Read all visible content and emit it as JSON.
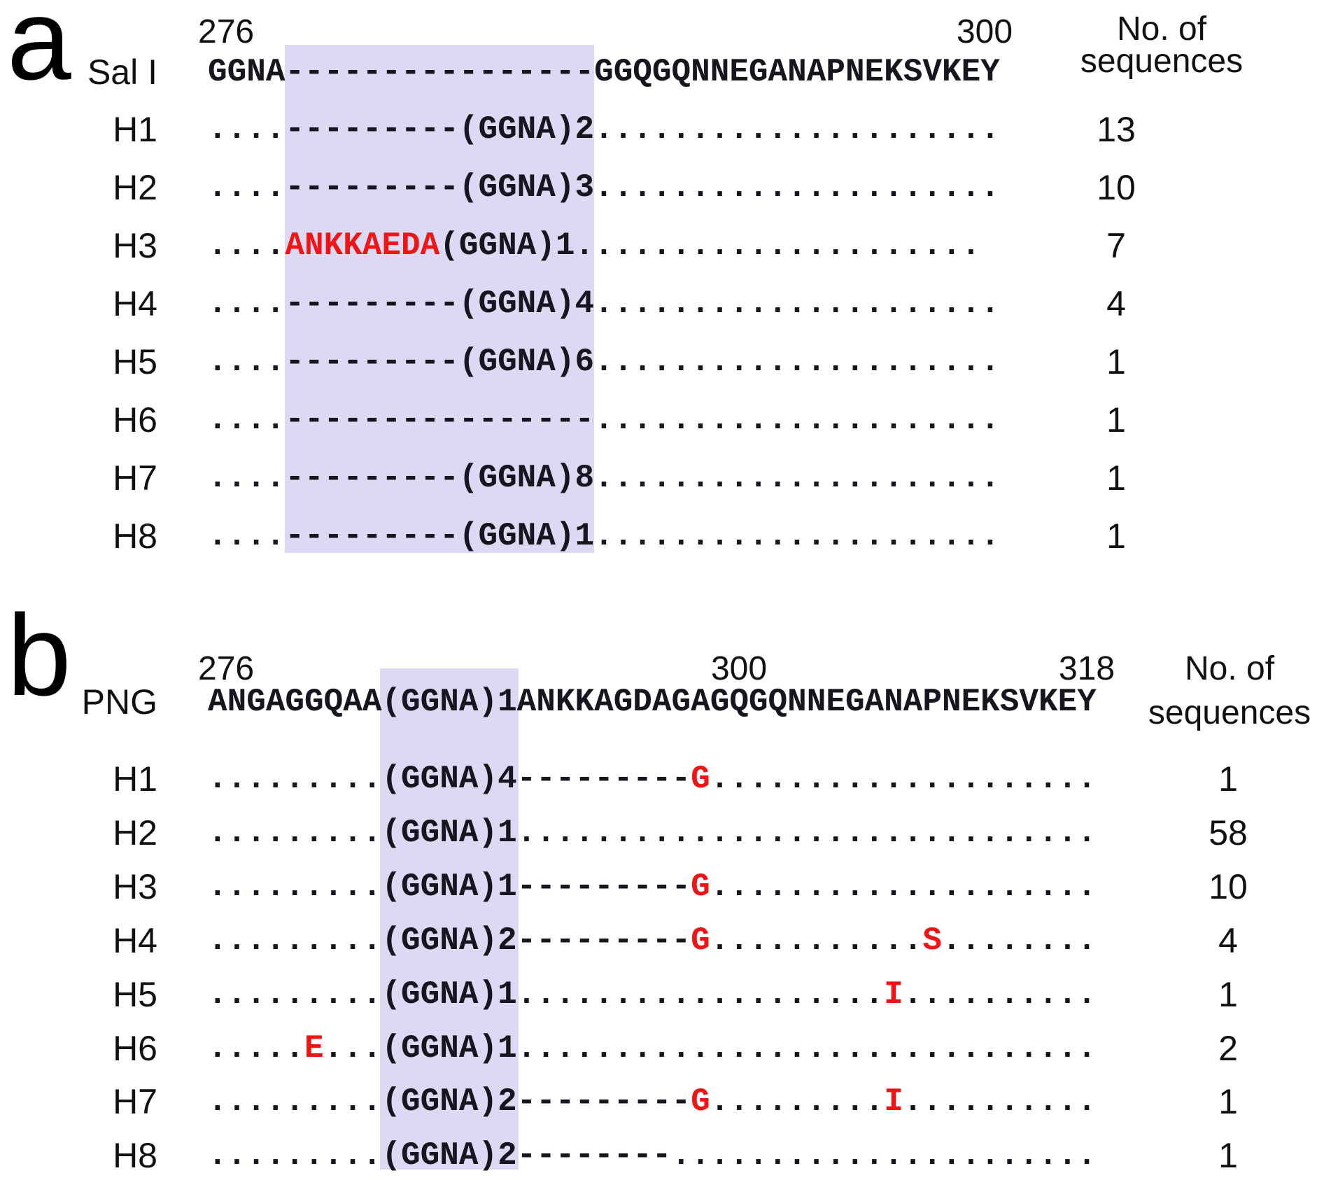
{
  "colors": {
    "highlight": "#dbd9f4",
    "mutation_red": "#f01414",
    "sequence_ink": "#16161f"
  },
  "panel_a": {
    "letter": "a",
    "pos_left": "276",
    "pos_right": "300",
    "header_line1": "No. of",
    "header_line2": "sequences",
    "reference": {
      "name": "Sal I",
      "segments": [
        {
          "t": "GGNA----------------GGQGQNNEGANAPNEKSVKEY",
          "red": false
        }
      ]
    },
    "rows": [
      {
        "name": "H1",
        "count": "13",
        "segments": [
          {
            "t": "....---------(GGNA)2.....................",
            "red": false
          }
        ]
      },
      {
        "name": "H2",
        "count": "10",
        "segments": [
          {
            "t": "....---------(GGNA)3.....................",
            "red": false
          }
        ]
      },
      {
        "name": "H3",
        "count": "7",
        "segments": [
          {
            "t": "....",
            "red": false
          },
          {
            "t": "ANKKAEDA",
            "red": true
          },
          {
            "t": "(GGNA)1.....................",
            "red": false
          }
        ]
      },
      {
        "name": "H4",
        "count": "4",
        "segments": [
          {
            "t": "....---------(GGNA)4.....................",
            "red": false
          }
        ]
      },
      {
        "name": "H5",
        "count": "1",
        "segments": [
          {
            "t": "....---------(GGNA)6.....................",
            "red": false
          }
        ]
      },
      {
        "name": "H6",
        "count": "1",
        "segments": [
          {
            "t": "....----------------.....................",
            "red": false
          }
        ]
      },
      {
        "name": "H7",
        "count": "1",
        "segments": [
          {
            "t": "....---------(GGNA)8.....................",
            "red": false
          }
        ]
      },
      {
        "name": "H8",
        "count": "1",
        "segments": [
          {
            "t": "....---------(GGNA)1.....................",
            "red": false
          }
        ]
      }
    ]
  },
  "panel_b": {
    "letter": "b",
    "pos_left": "276",
    "pos_mid": "300",
    "pos_right": "318",
    "header_line1": "No. of",
    "header_line2": "sequences",
    "reference": {
      "name": "PNG",
      "segments": [
        {
          "t": "ANGAGGQAA(GGNA)1ANKKAGDAGAGQGQNNEGANAPNEKSVKEY",
          "red": false
        }
      ]
    },
    "rows": [
      {
        "name": "H1",
        "count": "1",
        "segments": [
          {
            "t": ".........(GGNA)4---------",
            "red": false
          },
          {
            "t": "G",
            "red": true
          },
          {
            "t": "....................",
            "red": false
          }
        ]
      },
      {
        "name": "H2",
        "count": "58",
        "segments": [
          {
            "t": ".........(GGNA)1..............................",
            "red": false
          }
        ]
      },
      {
        "name": "H3",
        "count": "10",
        "segments": [
          {
            "t": ".........(GGNA)1---------",
            "red": false
          },
          {
            "t": "G",
            "red": true
          },
          {
            "t": "....................",
            "red": false
          }
        ]
      },
      {
        "name": "H4",
        "count": "4",
        "segments": [
          {
            "t": ".........(GGNA)2---------",
            "red": false
          },
          {
            "t": "G",
            "red": true
          },
          {
            "t": "...........",
            "red": false
          },
          {
            "t": "S",
            "red": true
          },
          {
            "t": "........",
            "red": false
          }
        ]
      },
      {
        "name": "H5",
        "count": "1",
        "segments": [
          {
            "t": ".........(GGNA)1...................",
            "red": false
          },
          {
            "t": "I",
            "red": true
          },
          {
            "t": "..........",
            "red": false
          }
        ]
      },
      {
        "name": "H6",
        "count": "2",
        "segments": [
          {
            "t": ".....",
            "red": false
          },
          {
            "t": "E",
            "red": true
          },
          {
            "t": "...",
            "red": false
          },
          {
            "t": "(GGNA)1..............................",
            "red": false
          }
        ]
      },
      {
        "name": "H7",
        "count": "1",
        "segments": [
          {
            "t": ".........(GGNA)2---------",
            "red": false
          },
          {
            "t": "G",
            "red": true
          },
          {
            "t": ".........",
            "red": false
          },
          {
            "t": "I",
            "red": true
          },
          {
            "t": "..........",
            "red": false
          }
        ]
      },
      {
        "name": "H8",
        "count": "1",
        "segments": [
          {
            "t": ".........(GGNA)2--------......................",
            "red": false
          }
        ]
      }
    ]
  }
}
